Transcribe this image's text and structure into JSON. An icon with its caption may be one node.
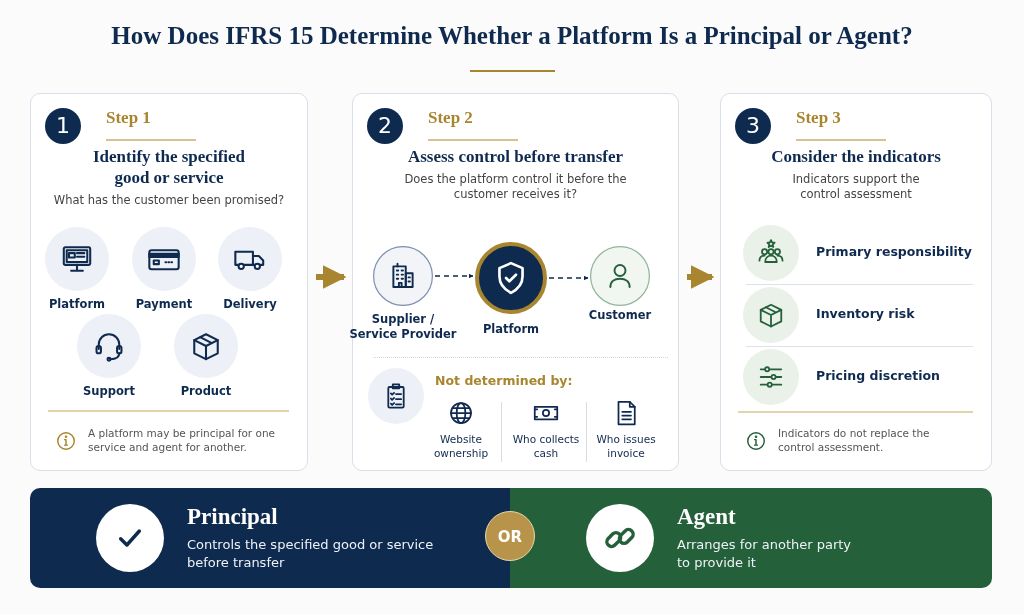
{
  "diagram": {
    "title": "How Does IFRS 15 Determine Whether a Platform Is a Principal or Agent?",
    "nodes": [
      {
        "text": [
          "Step 1",
          "Identify the specified good or service",
          "What has the customer been promised?"
        ]
      },
      {
        "text": [
          "1"
        ],
        "in": 0
      },
      {
        "text": [
          "Platform"
        ],
        "in": 0
      },
      {
        "text": [
          "Payment"
        ],
        "in": 0
      },
      {
        "text": [
          "Delivery"
        ],
        "in": 0
      },
      {
        "text": [
          "Support"
        ],
        "in": 0
      },
      {
        "text": [
          "Product"
        ],
        "in": 0
      },
      {
        "text": [
          "A platform may be principal for one service and agent for another."
        ],
        "in": 0
      },
      {
        "text": [
          "Step 2",
          "Assess control before transfer",
          "Does the platform control it before the customer receives it?"
        ]
      },
      {
        "text": [
          "2"
        ],
        "in": 8
      },
      {
        "text": [
          "Supplier / Service Provider"
        ],
        "in": 8
      },
      {
        "text": [
          "Platform"
        ],
        "in": 8
      },
      {
        "text": [
          "Customer"
        ],
        "in": 8
      },
      {
        "text": [
          "Website ownership"
        ],
        "in": 8
      },
      {
        "text": [
          "Who collects cash"
        ],
        "in": 8
      },
      {
        "text": [
          "Who issues invoice"
        ],
        "in": 8
      },
      {
        "text": [
          "Step 3",
          "Consider the indicators",
          "Indicators support the control assessment"
        ]
      },
      {
        "text": [
          "3"
        ],
        "in": 16
      },
      {
        "text": [
          "Primary responsibility"
        ],
        "in": 16
      },
      {
        "text": [
          "Inventory risk"
        ],
        "in": 16
      },
      {
        "text": [
          "Pricing discretion"
        ],
        "in": 16
      },
      {
        "text": [
          "Indicators do not replace the control assessment."
        ],
        "in": 16
      },
      {
        "text": [
          "Principal",
          "Controls the specified good or service before transfer"
        ]
      },
      {
        "text": [
          "OR"
        ]
      },
      {
        "text": [
          "Agent",
          "Arranges for another party to provide it"
        ]
      }
    ],
    "edges": [
      {
        "from": 0,
        "to": 8,
        "arrow": "to",
        "style": "thick",
        "color": "#a8862f"
      },
      {
        "from": 8,
        "to": 16,
        "arrow": "to",
        "style": "thick",
        "color": "#a8862f"
      },
      {
        "from": 10,
        "to": 11,
        "arrow": "to",
        "style": "dashed",
        "color": "#0f2a4f"
      },
      {
        "from": 11,
        "to": 12,
        "arrow": "to",
        "style": "dashed",
        "color": "#0f2a4f"
      }
    ],
    "labels": [
      "Not determined by:"
    ]
  }
}
